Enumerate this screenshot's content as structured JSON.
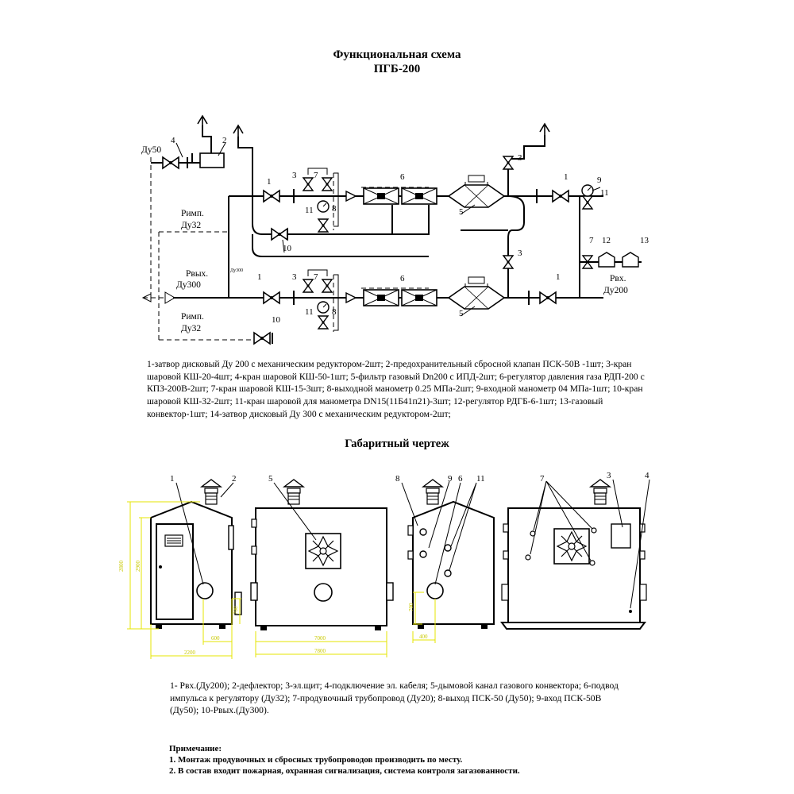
{
  "header": {
    "title_line1": "Функциональная схема",
    "title_line2": "ПГБ-200",
    "section2_title": "Габаритный чертеж"
  },
  "scheme_labels": {
    "du50": "Ду50",
    "rimp_top": "Римп.",
    "du32_top": "Ду32",
    "rvyh": "Рвых.",
    "du300": "Ду300",
    "rimp_bottom": "Римп.",
    "du32_bottom": "Ду32",
    "rvh": "Рвх.",
    "du200": "Ду200",
    "du300_small": "Ду300"
  },
  "scheme_numbers": [
    "1",
    "2",
    "3",
    "4",
    "5",
    "6",
    "7",
    "8",
    "9",
    "10",
    "11",
    "12",
    "13"
  ],
  "legend_text": [
    "1-затвор дисковый Ду 200  с механическим редуктором-2шт; 2-предохранительный сбросной клапан ПСК-50В -1шт; 3-кран",
    "шаровой КШ-20-4шт; 4-кран шаровой КШ-50-1шт; 5-фильтр газовый Dn200 с ИПД-2шт; 6-регулятор давления газа РДП-200 с",
    "КПЗ-200В-2шт; 7-кран шаровой КШ-15-3шт; 8-выходной манометр 0.25 МПа-2шт; 9-входной манометр 04 МПа-1шт; 10-кран",
    "шаровой КШ-32-2шт; 11-кран шаровой для манометра DN15(11Б41п21)-3шт; 12-регулятор РДГБ-6-1шт; 13-газовый",
    "конвектор-1шт; 14-затвор дисковый Ду 300 с механическим редуктором-2шт;"
  ],
  "dims": {
    "h2800": "2800",
    "h2900": "2900",
    "h700_a": "700",
    "w600": "600",
    "w2200": "2200",
    "w7000": "7000",
    "w7800": "7800",
    "h700_b": "700",
    "w400": "400"
  },
  "gab_numbers": [
    "1",
    "2",
    "5",
    "8",
    "9",
    "6",
    "11",
    "7",
    "3",
    "4"
  ],
  "gab_legend": [
    "1- Рвх.(Ду200); 2-дефлектор; 3-эл.щит; 4-подключение эл. кабеля; 5-дымовой канал газового конвектора; 6-подвод",
    "импульса к регулятору (Ду32); 7-продувочный трубопровод (Ду20); 8-выход ПСК-50 (Ду50); 9-вход ПСК-50В",
    "(Ду50); 10-Рвых.(Ду300)."
  ],
  "notes": {
    "heading": "Примечание:",
    "line1": "1. Монтаж продувочных и сбросных трубопроводов производить по месту.",
    "line2": "2. В состав входит пожарная, охранная сигнализация, система контроля загазованности."
  },
  "colors": {
    "line": "#000000",
    "dimension": "#e6e600",
    "background": "#ffffff"
  }
}
